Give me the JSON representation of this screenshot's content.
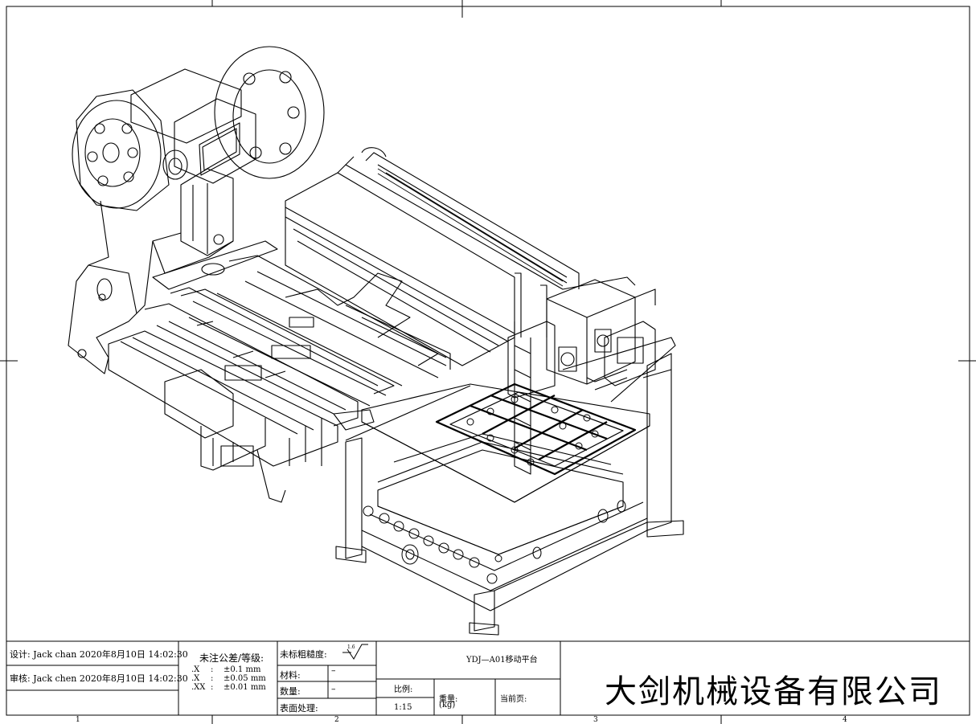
{
  "title_block": {
    "designer": "设计: Jack chan 2020年8月10日 14:02:30",
    "reviewer": "审核:  Jack chen 2020年8月10日 14:02:30",
    "tolerance_title": "未注公差/等级:",
    "tol_rows": [
      {
        "place": ".X",
        "sep": ":",
        "value": "±0.1  mm"
      },
      {
        "place": ".X",
        "sep": ":",
        "value": "±0.05 mm"
      },
      {
        "place": ".XX",
        "sep": ":",
        "value": "±0.01 mm"
      }
    ],
    "roughness_label": "未标粗糙度:",
    "roughness_symbol": "1.6",
    "material_label": "材料:",
    "material_value": "–",
    "quantity_label": "数量:",
    "quantity_value": "–",
    "surface_label": "表面处理:",
    "drawing_name": "YDJ—A01移动平台",
    "scale_label": "比例:",
    "scale_value": "1:15",
    "weight_label": "重量:",
    "weight_unit": "(kg)",
    "page_label": "当前页:",
    "company": "大剑机械设备有限公司"
  },
  "zone_numbers": [
    "1",
    "2",
    "3",
    "4"
  ]
}
